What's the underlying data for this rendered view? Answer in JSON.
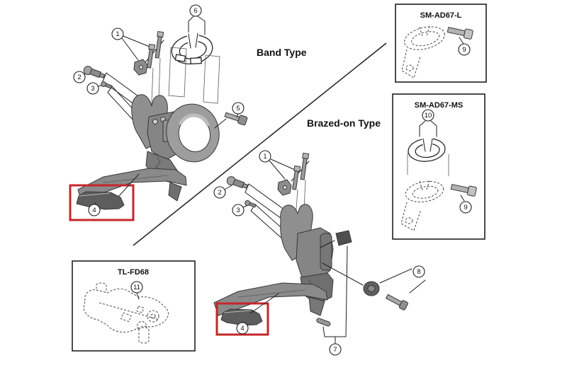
{
  "diagram": {
    "type_labels": {
      "band": "Band Type",
      "brazed": "Brazed-on Type"
    },
    "boxes": [
      {
        "id": "sm-ad67-l",
        "title": "SM-AD67-L"
      },
      {
        "id": "sm-ad67-ms",
        "title": "SM-AD67-MS"
      },
      {
        "id": "tl-fd68",
        "title": "TL-FD68"
      }
    ],
    "callouts": [
      {
        "group": "band",
        "n": "1"
      },
      {
        "group": "band",
        "n": "2"
      },
      {
        "group": "band",
        "n": "3"
      },
      {
        "group": "band",
        "n": "6"
      },
      {
        "group": "band",
        "n": "5"
      },
      {
        "group": "band",
        "n": "4"
      },
      {
        "group": "brazed",
        "n": "1"
      },
      {
        "group": "brazed",
        "n": "2"
      },
      {
        "group": "brazed",
        "n": "3"
      },
      {
        "group": "brazed",
        "n": "4"
      },
      {
        "group": "brazed",
        "n": "7"
      },
      {
        "group": "brazed",
        "n": "8"
      },
      {
        "group": "sm-ad67-l",
        "n": "9"
      },
      {
        "group": "sm-ad67-ms",
        "n": "10"
      },
      {
        "group": "sm-ad67-ms",
        "n": "9"
      },
      {
        "group": "tl-fd68",
        "n": "11"
      }
    ],
    "colors": {
      "highlight_red": "#c5262b",
      "line": "#1f1f1f"
    }
  }
}
